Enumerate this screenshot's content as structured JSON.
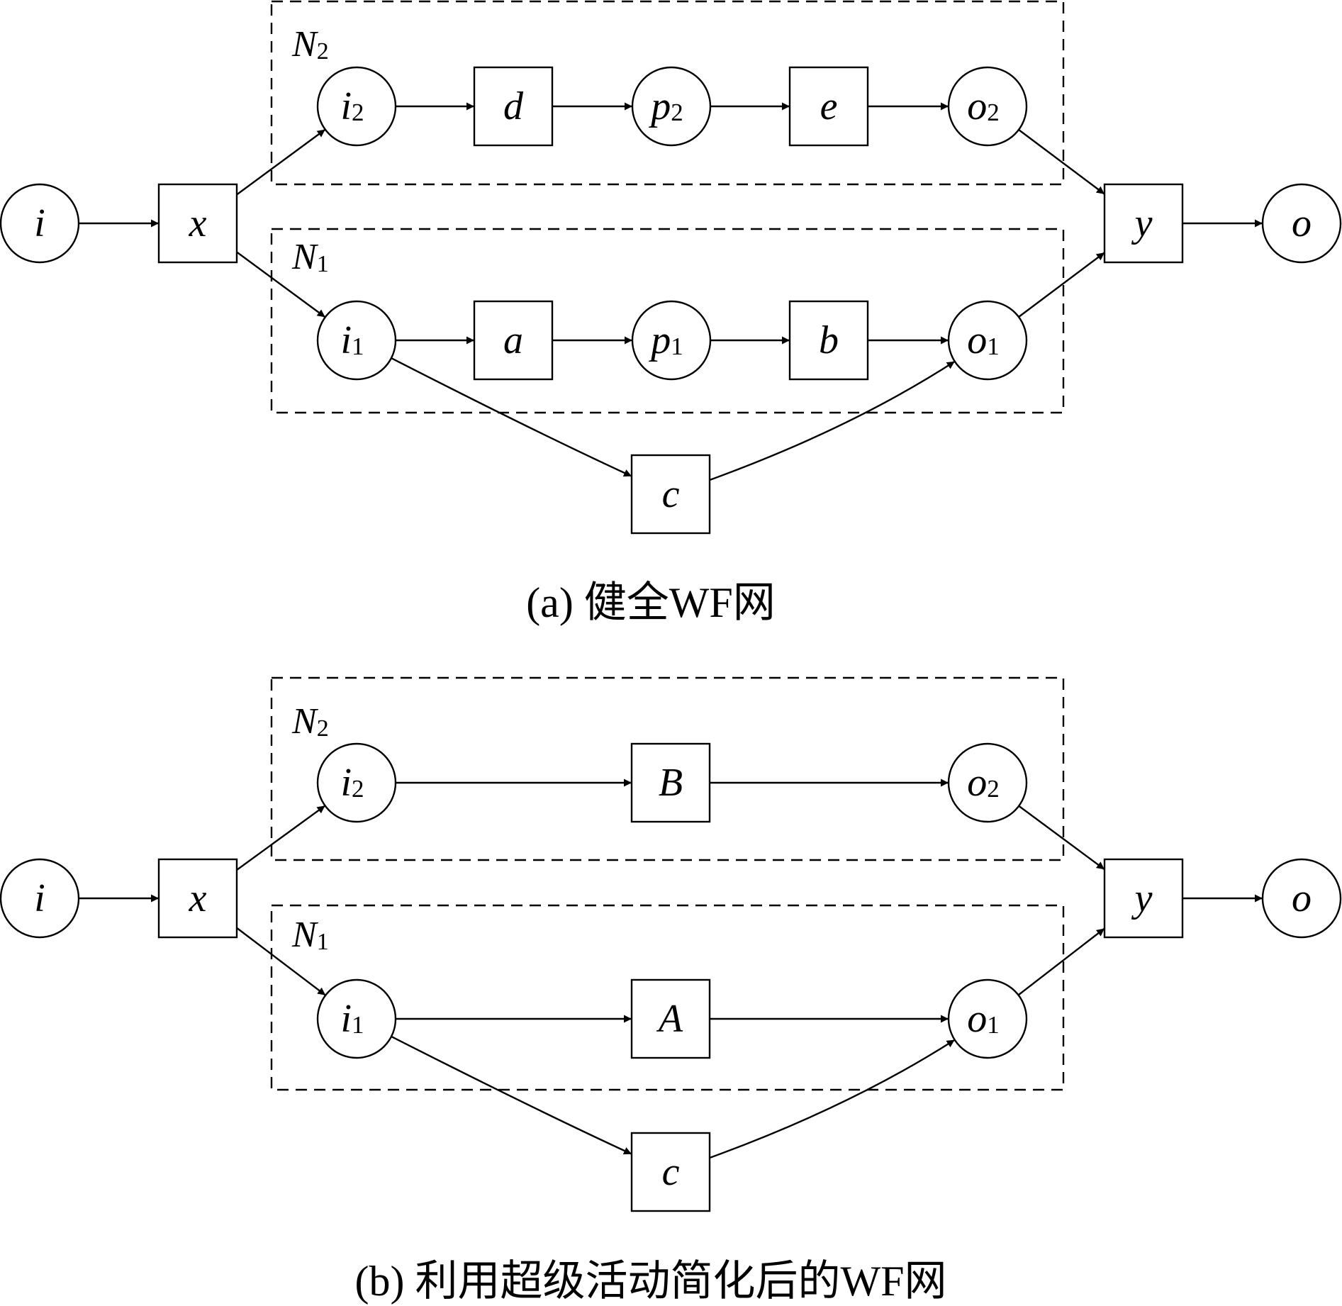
{
  "colors": {
    "stroke": "#000000",
    "background": "#ffffff"
  },
  "diagrams": [
    {
      "id": "a",
      "caption": "(a)  健全WF网",
      "groups": [
        {
          "id": "N2",
          "label": "N",
          "sub": "2"
        },
        {
          "id": "N1",
          "label": "N",
          "sub": "1"
        }
      ],
      "nodes": [
        {
          "id": "i",
          "kind": "place",
          "label": "i",
          "sub": ""
        },
        {
          "id": "x",
          "kind": "transition",
          "label": "x",
          "sub": ""
        },
        {
          "id": "i2",
          "kind": "place",
          "label": "i",
          "sub": "2"
        },
        {
          "id": "d",
          "kind": "transition",
          "label": "d",
          "sub": ""
        },
        {
          "id": "p2",
          "kind": "place",
          "label": "p",
          "sub": "2"
        },
        {
          "id": "e",
          "kind": "transition",
          "label": "e",
          "sub": ""
        },
        {
          "id": "o2",
          "kind": "place",
          "label": "o",
          "sub": "2"
        },
        {
          "id": "i1",
          "kind": "place",
          "label": "i",
          "sub": "1"
        },
        {
          "id": "a",
          "kind": "transition",
          "label": "a",
          "sub": ""
        },
        {
          "id": "p1",
          "kind": "place",
          "label": "p",
          "sub": "1"
        },
        {
          "id": "b",
          "kind": "transition",
          "label": "b",
          "sub": ""
        },
        {
          "id": "o1",
          "kind": "place",
          "label": "o",
          "sub": "1"
        },
        {
          "id": "c",
          "kind": "transition",
          "label": "c",
          "sub": ""
        },
        {
          "id": "y",
          "kind": "transition",
          "label": "y",
          "sub": ""
        },
        {
          "id": "o",
          "kind": "place",
          "label": "o",
          "sub": ""
        }
      ],
      "edges": [
        [
          "i",
          "x"
        ],
        [
          "x",
          "i2"
        ],
        [
          "x",
          "i1"
        ],
        [
          "i2",
          "d"
        ],
        [
          "d",
          "p2"
        ],
        [
          "p2",
          "e"
        ],
        [
          "e",
          "o2"
        ],
        [
          "i1",
          "a"
        ],
        [
          "a",
          "p1"
        ],
        [
          "p1",
          "b"
        ],
        [
          "b",
          "o1"
        ],
        [
          "i1",
          "c"
        ],
        [
          "c",
          "o1"
        ],
        [
          "o2",
          "y"
        ],
        [
          "o1",
          "y"
        ],
        [
          "y",
          "o"
        ]
      ]
    },
    {
      "id": "b",
      "caption": "(b)  利用超级活动简化后的WF网",
      "groups": [
        {
          "id": "N2",
          "label": "N",
          "sub": "2"
        },
        {
          "id": "N1",
          "label": "N",
          "sub": "1"
        }
      ],
      "nodes": [
        {
          "id": "i",
          "kind": "place",
          "label": "i",
          "sub": ""
        },
        {
          "id": "x",
          "kind": "transition",
          "label": "x",
          "sub": ""
        },
        {
          "id": "i2",
          "kind": "place",
          "label": "i",
          "sub": "2"
        },
        {
          "id": "B",
          "kind": "transition",
          "label": "B",
          "sub": ""
        },
        {
          "id": "o2",
          "kind": "place",
          "label": "o",
          "sub": "2"
        },
        {
          "id": "i1",
          "kind": "place",
          "label": "i",
          "sub": "1"
        },
        {
          "id": "A",
          "kind": "transition",
          "label": "A",
          "sub": ""
        },
        {
          "id": "o1",
          "kind": "place",
          "label": "o",
          "sub": "1"
        },
        {
          "id": "c",
          "kind": "transition",
          "label": "c",
          "sub": ""
        },
        {
          "id": "y",
          "kind": "transition",
          "label": "y",
          "sub": ""
        },
        {
          "id": "o",
          "kind": "place",
          "label": "o",
          "sub": ""
        }
      ],
      "edges": [
        [
          "i",
          "x"
        ],
        [
          "x",
          "i2"
        ],
        [
          "x",
          "i1"
        ],
        [
          "i2",
          "B"
        ],
        [
          "B",
          "o2"
        ],
        [
          "i1",
          "A"
        ],
        [
          "A",
          "o1"
        ],
        [
          "i1",
          "c"
        ],
        [
          "c",
          "o1"
        ],
        [
          "o2",
          "y"
        ],
        [
          "o1",
          "y"
        ],
        [
          "y",
          "o"
        ]
      ]
    }
  ]
}
